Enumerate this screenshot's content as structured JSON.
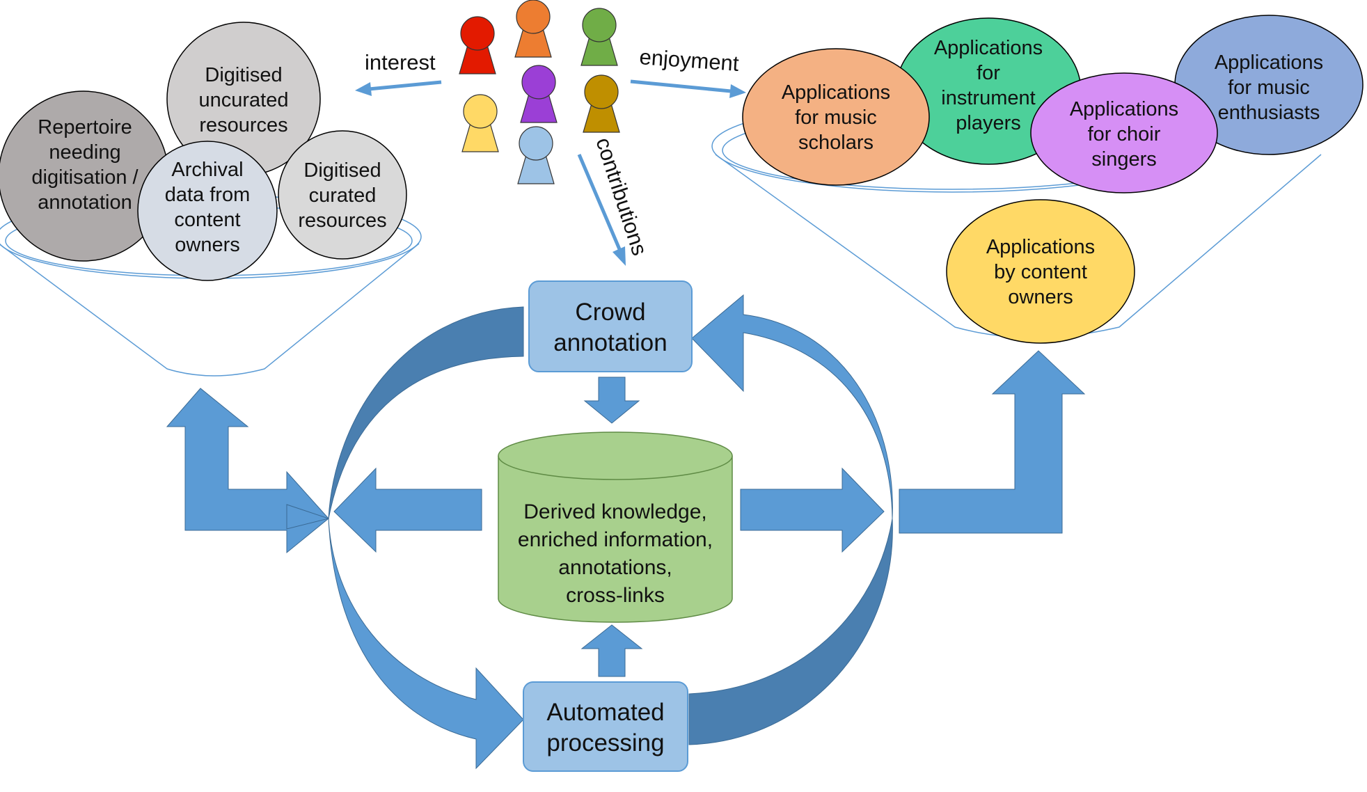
{
  "edge_labels": {
    "interest": "interest",
    "enjoyment": "enjoyment",
    "contributions": "contributions"
  },
  "boxes": {
    "crowd": [
      "Crowd",
      "annotation"
    ],
    "automated": [
      "Automated",
      "processing"
    ]
  },
  "database": {
    "lines": [
      "Derived knowledge,",
      "enriched information,",
      "annotations,",
      "cross-links"
    ],
    "color": "#a8d08d"
  },
  "sources": [
    {
      "id": "repertoire",
      "lines": [
        "Repertoire",
        "needing",
        "digitisation /",
        "annotation"
      ],
      "color": "#aeaaaa"
    },
    {
      "id": "uncurated",
      "lines": [
        "Digitised",
        "uncurated",
        "resources"
      ],
      "color": "#d0cece"
    },
    {
      "id": "archival",
      "lines": [
        "Archival",
        "data from",
        "content",
        "owners"
      ],
      "color": "#d6dce5"
    },
    {
      "id": "curated",
      "lines": [
        "Digitised",
        "curated",
        "resources"
      ],
      "color": "#d9d9d9"
    }
  ],
  "applications": [
    {
      "id": "scholars",
      "lines": [
        "Applications",
        "for music",
        "scholars"
      ],
      "color": "#f4b183"
    },
    {
      "id": "instrument",
      "lines": [
        "Applications",
        "for",
        "instrument",
        "players"
      ],
      "color": "#4dd09a"
    },
    {
      "id": "choir",
      "lines": [
        "Applications",
        "for choir",
        "singers"
      ],
      "color": "#d68ff5"
    },
    {
      "id": "enthusiasts",
      "lines": [
        "Applications",
        "for music",
        "enthusiasts"
      ],
      "color": "#8eaadb"
    },
    {
      "id": "owners",
      "lines": [
        "Applications",
        "by content",
        "owners"
      ],
      "color": "#ffd966"
    }
  ],
  "people": [
    {
      "name": "red-person-icon",
      "color": "#e31a00"
    },
    {
      "name": "orange-person-icon",
      "color": "#ed7d31"
    },
    {
      "name": "green-person-icon",
      "color": "#70ad47"
    },
    {
      "name": "yellow-person-icon",
      "color": "#ffd966"
    },
    {
      "name": "purple-person-icon",
      "color": "#9b3fd6"
    },
    {
      "name": "gold-person-icon",
      "color": "#bf8f00"
    },
    {
      "name": "blue-person-icon",
      "color": "#9dc3e6"
    }
  ],
  "colors": {
    "arrow": "#5b9bd5",
    "arrow_dark": "#4a7fb0",
    "box_fill": "#9dc3e6",
    "funnel": "#5b9bd5"
  }
}
